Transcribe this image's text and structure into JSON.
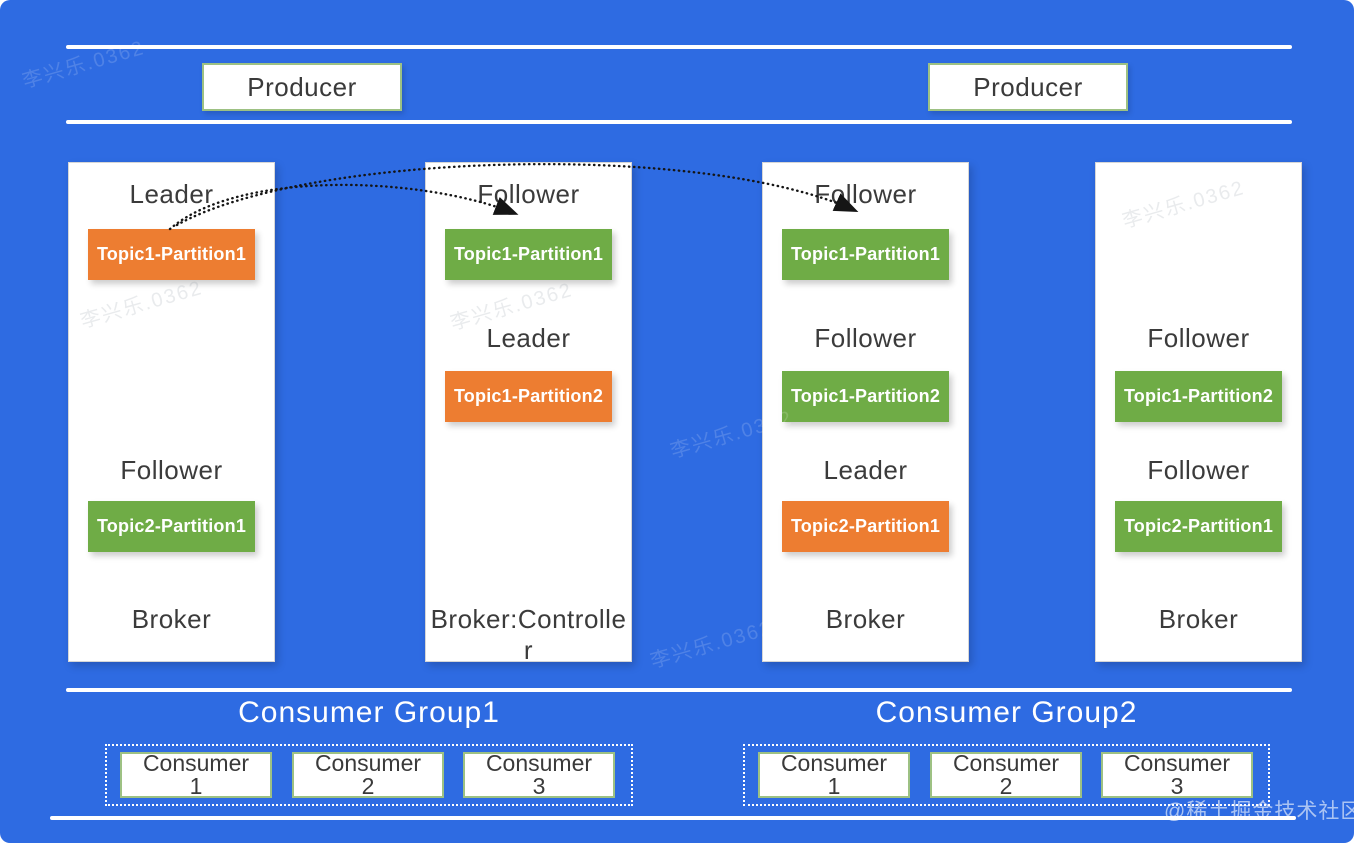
{
  "colors": {
    "background": "#2E6BE2",
    "leader_partition_orange": "#ED7D31",
    "follower_partition_green": "#6FAC46",
    "box_border_green": "#9DC183",
    "line_white": "#FFFFFF",
    "arrow_black": "#151515"
  },
  "producers": [
    {
      "label": "Producer"
    },
    {
      "label": "Producer"
    }
  ],
  "brokers": [
    {
      "footer": "Broker",
      "sections": [
        {
          "role": "Leader",
          "partition": "Topic1-Partition1",
          "color": "orange"
        },
        {
          "role": "Follower",
          "partition": "Topic2-Partition1",
          "color": "green"
        }
      ]
    },
    {
      "footer": "Broker:Controller",
      "sections": [
        {
          "role": "Follower",
          "partition": "Topic1-Partition1",
          "color": "green"
        },
        {
          "role": "Leader",
          "partition": "Topic1-Partition2",
          "color": "orange"
        }
      ]
    },
    {
      "footer": "Broker",
      "sections": [
        {
          "role": "Follower",
          "partition": "Topic1-Partition1",
          "color": "green"
        },
        {
          "role": "Follower",
          "partition": "Topic1-Partition2",
          "color": "green"
        },
        {
          "role": "Leader",
          "partition": "Topic2-Partition1",
          "color": "orange"
        }
      ]
    },
    {
      "footer": "Broker",
      "sections": [
        {
          "role": "Follower",
          "partition": "Topic1-Partition2",
          "color": "green"
        },
        {
          "role": "Follower",
          "partition": "Topic2-Partition1",
          "color": "green"
        }
      ]
    }
  ],
  "consumer_groups": [
    {
      "title": "Consumer Group1",
      "consumers": [
        "Consumer 1",
        "Consumer 2",
        "Consumer 3"
      ]
    },
    {
      "title": "Consumer Group2",
      "consumers": [
        "Consumer 1",
        "Consumer 2",
        "Consumer 3"
      ]
    }
  ],
  "watermarks": {
    "body": "李兴乐.0362",
    "corner": "@稀土掘金技术社区"
  }
}
